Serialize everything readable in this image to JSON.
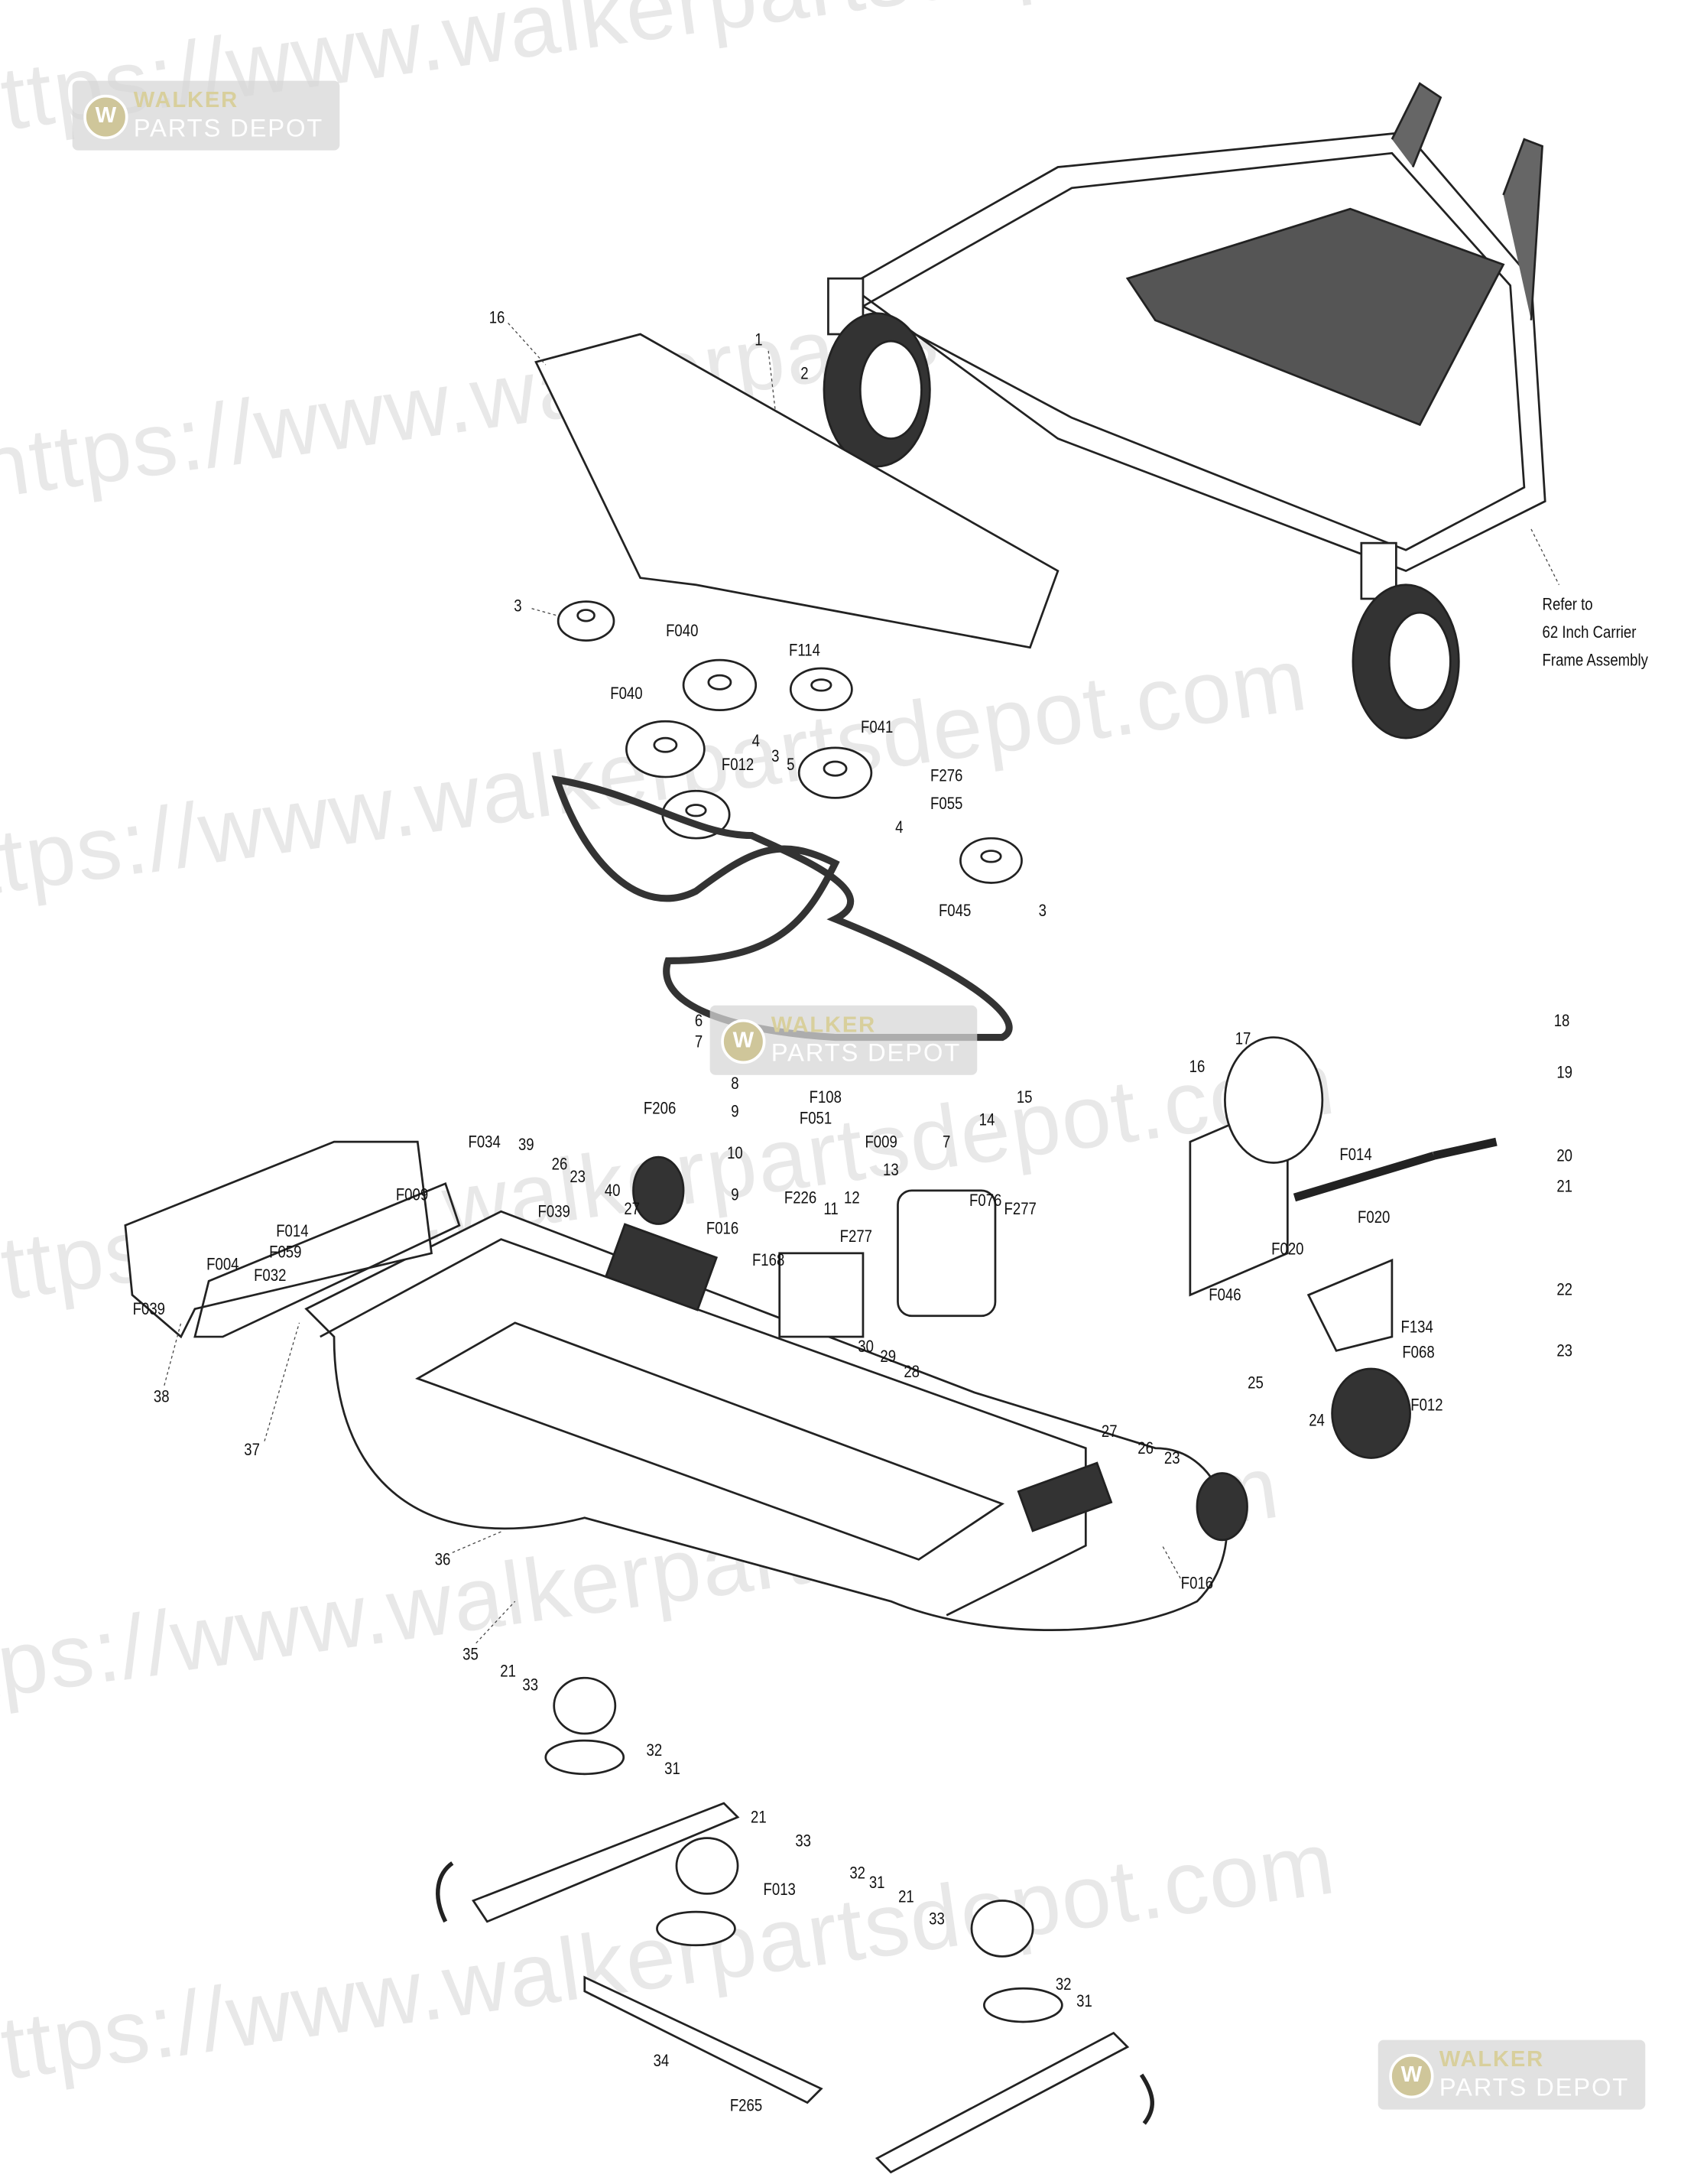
{
  "watermark": {
    "url_text": "https://www.walkerpartsdepot.com",
    "logo_line1": "WALKER",
    "logo_line2": "PARTS DEPOT",
    "logo_initial": "W"
  },
  "note": {
    "line1": "Refer to",
    "line2": "62 Inch Carrier",
    "line3": "Frame Assembly"
  },
  "labels": [
    "16",
    "1",
    "2",
    "3",
    "F040",
    "F114",
    "F040",
    "F041",
    "4",
    "F012",
    "3",
    "5",
    "F276",
    "F055",
    "4",
    "F045",
    "3",
    "6",
    "7",
    "8",
    "9",
    "F108",
    "F051",
    "14",
    "15",
    "10",
    "F009",
    "9",
    "13",
    "F226",
    "12",
    "11",
    "F277",
    "F168",
    "F076",
    "F277",
    "30",
    "29",
    "28",
    "7",
    "F206",
    "F034",
    "39",
    "26",
    "23",
    "F009",
    "40",
    "F039",
    "27",
    "F016",
    "F014",
    "F059",
    "F004",
    "F032",
    "F039",
    "38",
    "37",
    "17",
    "16",
    "18",
    "19",
    "F014",
    "20",
    "21",
    "F020",
    "F020",
    "F046",
    "22",
    "F134",
    "F068",
    "23",
    "25",
    "24",
    "F012",
    "27",
    "26",
    "23",
    "36",
    "F016",
    "35",
    "21",
    "33",
    "32",
    "31",
    "21",
    "33",
    "F013",
    "32",
    "31",
    "21",
    "33",
    "32",
    "31",
    "34",
    "F265"
  ]
}
